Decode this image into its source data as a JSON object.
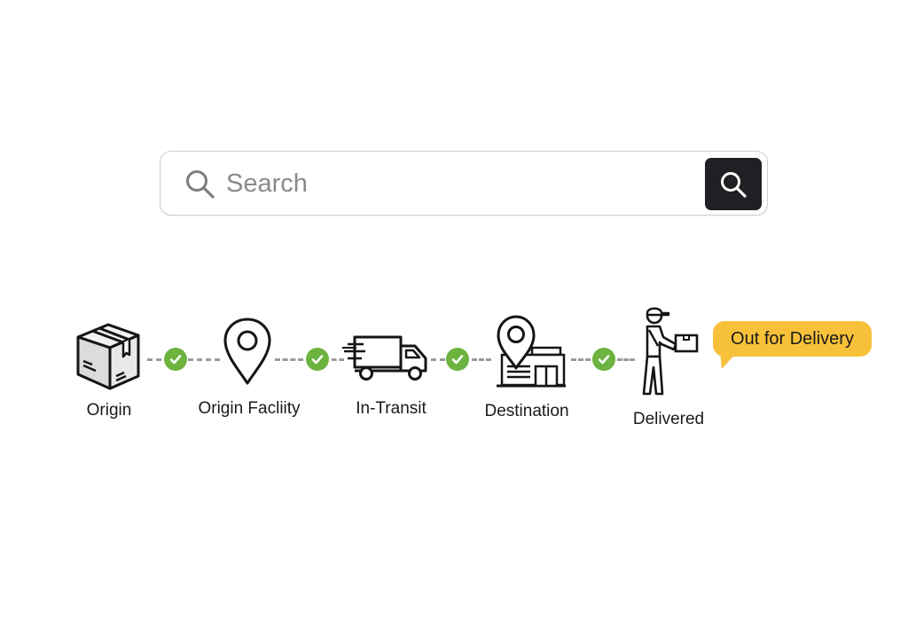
{
  "search": {
    "placeholder": "Search",
    "value": "",
    "lead_icon": "search-icon",
    "button_icon": "search-icon",
    "button_color": "#1f2023"
  },
  "timeline": {
    "connector_color": "#9a9a9a",
    "check_color": "#6cb33f",
    "steps": [
      {
        "label": "Origin",
        "icon": "package-box-icon",
        "completed": true
      },
      {
        "label": "Origin Facliity",
        "icon": "map-pin-icon",
        "completed": true
      },
      {
        "label": "In-Transit",
        "icon": "delivery-truck-icon",
        "completed": true
      },
      {
        "label": "Destination",
        "icon": "destination-building-pin-icon",
        "completed": true
      },
      {
        "label": "Delivered",
        "icon": "courier-with-package-icon",
        "completed": false
      }
    ],
    "status_bubble": {
      "text": "Out for Delivery",
      "color": "#f8c13a"
    }
  }
}
